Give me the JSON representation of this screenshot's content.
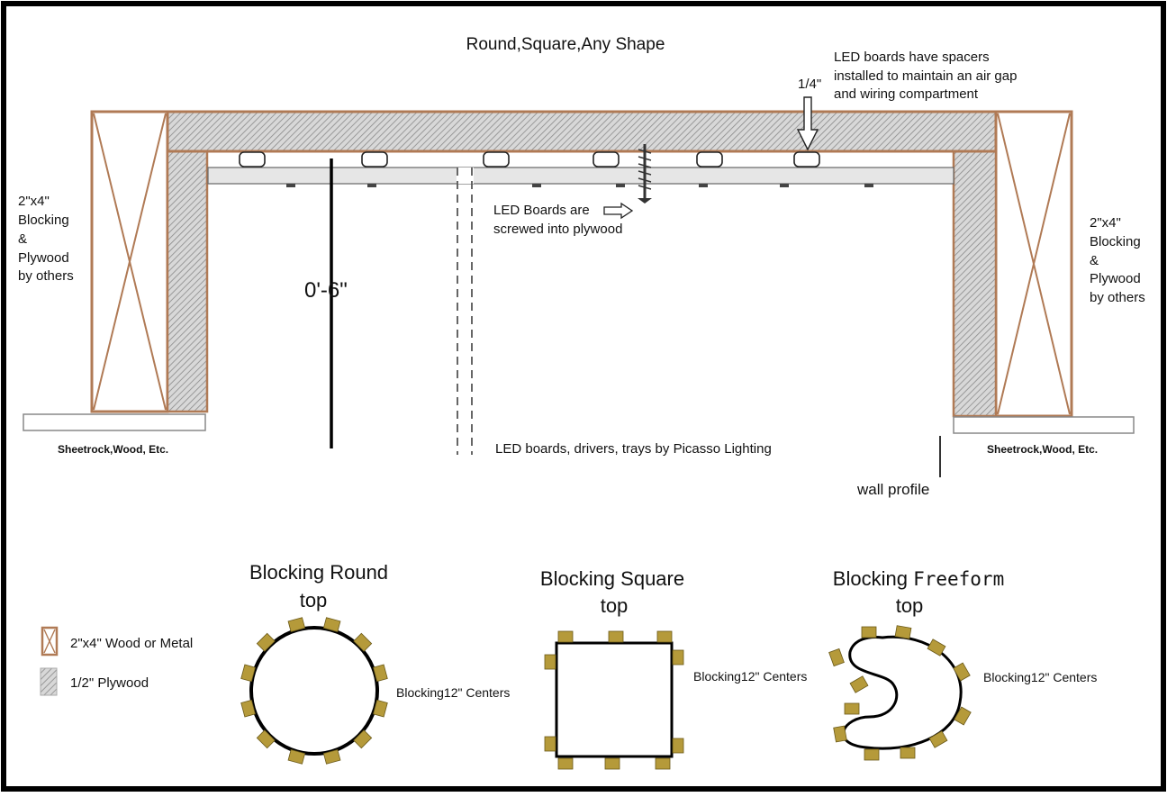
{
  "title": "Round,Square,Any Shape",
  "callouts": {
    "spacers_line1": "LED boards have spacers",
    "spacers_line2": "installed to maintain an air gap",
    "spacers_line3": "and wiring compartment",
    "gap_dimension": "1/4\"",
    "screwed_line1": "LED Boards are",
    "screwed_line2": "screwed into plywood",
    "height_dimension": "0'-6\"",
    "credit": "LED boards, drivers, trays by Picasso Lighting",
    "wall_profile": "wall profile"
  },
  "left_label": {
    "line1": "2\"x4\"",
    "line2": "Blocking",
    "line3": "&",
    "line4": "Plywood",
    "line5": "by others"
  },
  "right_label": {
    "line1": "2\"x4\"",
    "line2": "Blocking",
    "line3": "&",
    "line4": "Plywood",
    "line5": "by others"
  },
  "sheetrock_left": "Sheetrock,Wood, Etc.",
  "sheetrock_right": "Sheetrock,Wood, Etc.",
  "legend": {
    "wood": "2\"x4\" Wood or Metal",
    "plywood": "1/2\" Plywood"
  },
  "plans": {
    "round": {
      "title1": "Blocking Round",
      "title2": "top",
      "note": "Blocking12\" Centers"
    },
    "square": {
      "title1": "Blocking Square",
      "title2": "top",
      "note": "Blocking12\" Centers"
    },
    "freeform": {
      "title1a": "Blocking ",
      "title1b": "Freeform",
      "title2": "top",
      "note": "Blocking12\" Centers"
    }
  },
  "colors": {
    "wood_outline": "#b07a55",
    "plywood_hatch": "#8a8a8a",
    "blocking": "#b59a3a",
    "blocking_edge": "#6b5a1a",
    "border": "#000000"
  }
}
